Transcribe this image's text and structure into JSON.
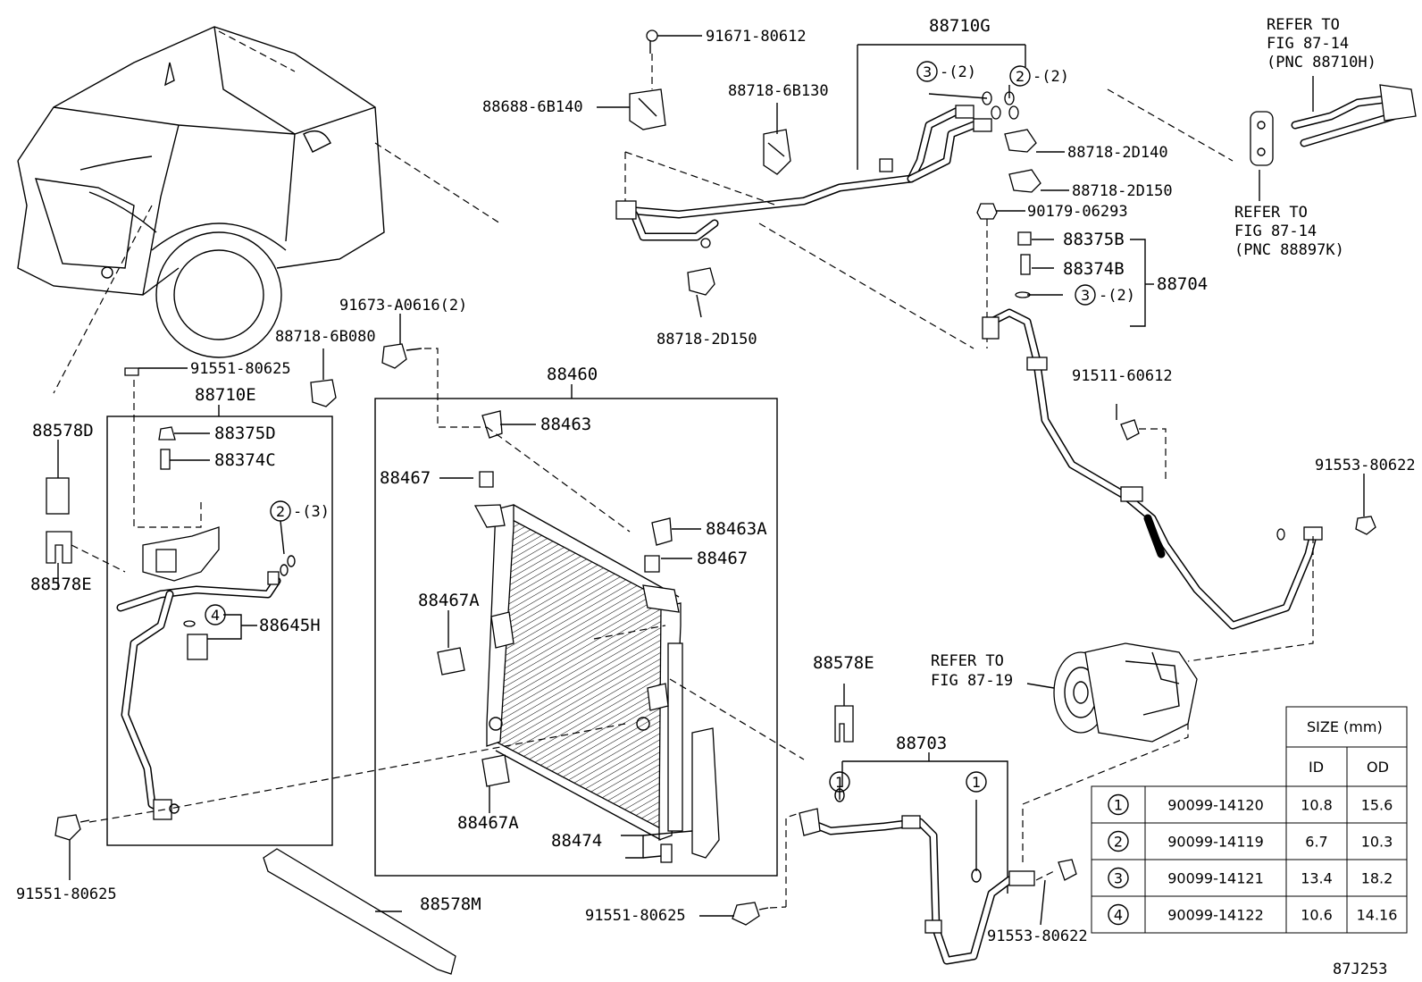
{
  "diagram_code": "87J253",
  "labels": {
    "p91671_80612": "91671-80612",
    "p88710G": "88710G",
    "p88688_6B140": "88688-6B140",
    "p88718_6B130": "88718-6B130",
    "p88718_2D140": "88718-2D140",
    "p88718_2D150_top": "88718-2D150",
    "p90179_06293": "90179-06293",
    "p88375B": "88375B",
    "p88374B": "88374B",
    "p88704": "88704",
    "p88718_2D150_mid": "88718-2D150",
    "p91673_A0616": "91673-A0616(2)",
    "p88718_6B080": "88718-6B080",
    "p91551_80625_top": "91551-80625",
    "p88710E": "88710E",
    "p88460": "88460",
    "p88463": "88463",
    "p88578D": "88578D",
    "p88375D": "88375D",
    "p88374C": "88374C",
    "p88467_top": "88467",
    "p88463A": "88463A",
    "p88467_mid": "88467",
    "p88467A_top": "88467A",
    "p88578E_left": "88578E",
    "p88645H": "88645H",
    "p91511_60612": "91511-60612",
    "p91553_80622_right": "91553-80622",
    "p88578E_mid": "88578E",
    "p88703": "88703",
    "p88467A_bot": "88467A",
    "p88474": "88474",
    "p91551_80625_left": "91551-80625",
    "p88578M": "88578M",
    "p91551_80625_bot": "91551-80625",
    "p91553_80622_bot": "91553-80622",
    "q3_top": "-(2)",
    "q2_top": "-(2)",
    "q3_mid": "-(2)",
    "q2_left": "-(3)"
  },
  "circles": {
    "c3_top": "3",
    "c2_top": "2",
    "c3_mid": "3",
    "c2_left": "2",
    "c4_left": "4",
    "c1_a": "1",
    "c1_b": "1"
  },
  "refer": {
    "r1_l1": "REFER TO",
    "r1_l2": "FIG 87-14",
    "r1_l3": "(PNC 88710H)",
    "r2_l1": "REFER TO",
    "r2_l2": "FIG 87-14",
    "r2_l3": "(PNC 88897K)",
    "r3_l1": "REFER TO",
    "r3_l2": "FIG 87-19"
  },
  "size_table": {
    "title": "SIZE (mm)",
    "col_id": "ID",
    "col_od": "OD",
    "rows": [
      {
        "num": "1",
        "part": "90099-14120",
        "id": "10.8",
        "od": "15.6"
      },
      {
        "num": "2",
        "part": "90099-14119",
        "id": "6.7",
        "od": "10.3"
      },
      {
        "num": "3",
        "part": "90099-14121",
        "id": "13.4",
        "od": "18.2"
      },
      {
        "num": "4",
        "part": "90099-14122",
        "id": "10.6",
        "od": "14.16"
      }
    ]
  }
}
